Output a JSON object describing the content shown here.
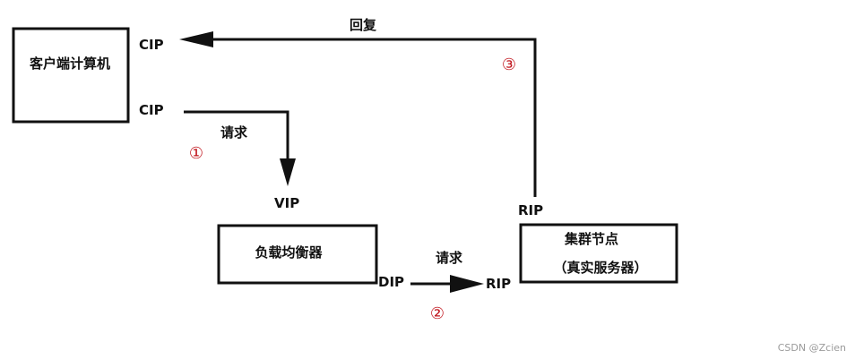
{
  "nodes": {
    "client": "客户端计算机",
    "load_balancer": "负载均衡器",
    "cluster_line1": "集群节点",
    "cluster_line2": "（真实服务器）"
  },
  "addresses": {
    "client_cip_top": "CIP",
    "client_cip_bottom": "CIP",
    "vip": "VIP",
    "dip": "DIP",
    "rip_left": "RIP",
    "rip_top": "RIP"
  },
  "flows": {
    "request_1": "请求",
    "request_2": "请求",
    "reply": "回复"
  },
  "steps": {
    "step_1": "①",
    "step_2": "②",
    "step_3": "③"
  },
  "watermark": "CSDN @Zcien",
  "colors": {
    "stroke": "#111111",
    "step_number": "#c0141c",
    "watermark": "#9a9a9a"
  }
}
